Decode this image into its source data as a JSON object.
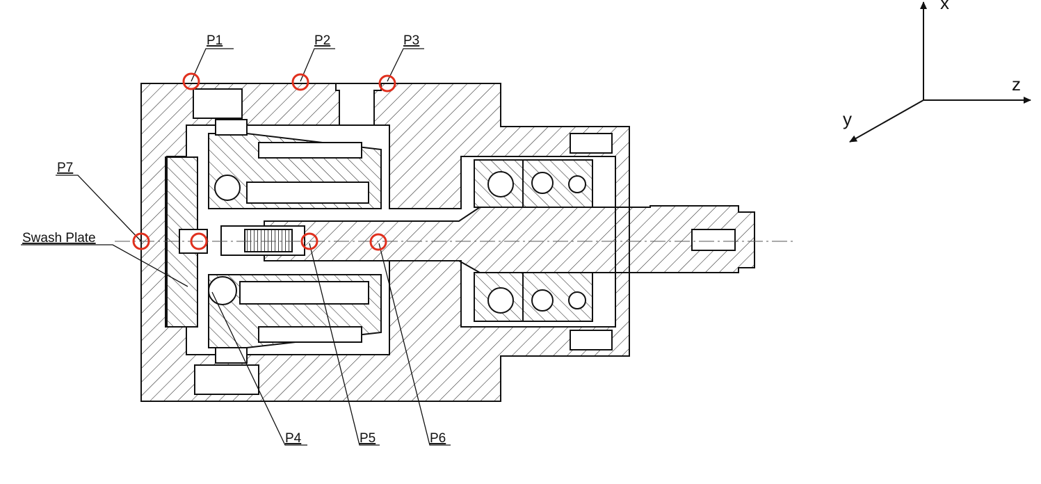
{
  "diagram": {
    "swash_plate_label": "Swash Plate",
    "points": [
      {
        "id": "p1",
        "label": "P1"
      },
      {
        "id": "p2",
        "label": "P2"
      },
      {
        "id": "p3",
        "label": "P3"
      },
      {
        "id": "p4",
        "label": "P4"
      },
      {
        "id": "p5",
        "label": "P5"
      },
      {
        "id": "p6",
        "label": "P6"
      },
      {
        "id": "p7",
        "label": "P7"
      }
    ],
    "marker_color": "#e0301e",
    "line_color": "#1a1a1a"
  },
  "axes": {
    "x_label": "x",
    "y_label": "y",
    "z_label": "z"
  }
}
